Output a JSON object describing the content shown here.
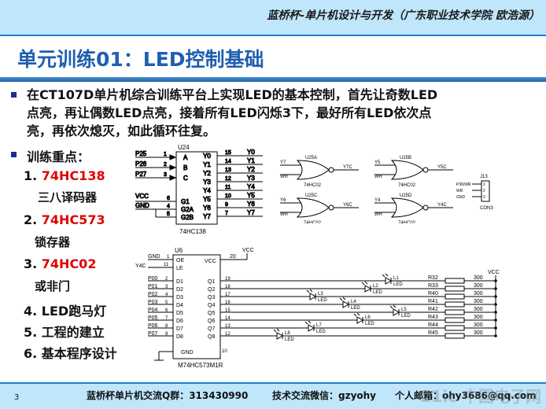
{
  "header": {
    "text": "蓝桥杯-单片机设计与开发（广东职业技术学院 欧浩源）"
  },
  "slide": {
    "title": "单元训练01：LED控制基础",
    "intro_lines": [
      "在CT107D单片机综合训练平台上实现LED的基本控制，首先让奇数LED",
      "点亮，再让偶数LED点亮，接着所有LED闪烁3下，最好所有LED依次点",
      "亮，再依次熄灭，如此循环往复。"
    ],
    "focus_label": "训练重点：",
    "items": [
      {
        "num": "1. ",
        "text": "74HC138",
        "note": "三八译码器"
      },
      {
        "num": "2. ",
        "text": "74HC573",
        "note": "锁存器"
      },
      {
        "num": "3. ",
        "text": "74HC02",
        "note": "或非门"
      },
      {
        "num": "4. ",
        "text": "LED跑马灯"
      },
      {
        "num": "5. ",
        "text": "工程的建立"
      },
      {
        "num": "6. ",
        "text": "基本程序设计"
      }
    ]
  },
  "schematic_138": {
    "ref": "U24",
    "part": "74HC138",
    "inputs": [
      "P25",
      "P26",
      "P27"
    ],
    "in_pins": [
      "1",
      "2",
      "3"
    ],
    "in_names": [
      "A",
      "B",
      "C"
    ],
    "enables": [
      "VCC",
      "GND"
    ],
    "en_pins": [
      "6",
      "4",
      "5"
    ],
    "en_names": [
      "G1",
      "G2A",
      "G2B"
    ],
    "out_pins": [
      "15",
      "14",
      "13",
      "12",
      "11",
      "10",
      "9",
      "7"
    ],
    "out_names": [
      "Y0",
      "Y1",
      "Y2",
      "Y3",
      "Y4",
      "Y5",
      "Y6",
      "Y7"
    ],
    "out_nets": [
      "Y0",
      "Y1",
      "Y2",
      "Y3",
      "Y4",
      "Y5",
      "Y6",
      "Y7"
    ]
  },
  "schematic_gates": [
    {
      "ref": "U25A",
      "in1": "Y7",
      "in2": "WR",
      "out": "Y7C",
      "part": "74HC02"
    },
    {
      "ref": "U25B",
      "in1": "Y5",
      "in2": "WR",
      "out": "Y5C",
      "part": "74HC02"
    },
    {
      "ref": "U25C",
      "in1": "Y6",
      "in2": "WR",
      "out": "Y6C",
      "part": "74HC02"
    },
    {
      "ref": "U25D",
      "in1": "Y4",
      "in2": "WR",
      "out": "Y4C",
      "part": "74HC02"
    }
  ],
  "connector": {
    "ref": "J13",
    "pins": [
      "P36/WR",
      "WR",
      "GND"
    ],
    "part": "CON3"
  },
  "schematic_573": {
    "ref": "U6",
    "part": "M74HC573M1R",
    "vcc": "VCC",
    "gnd_net": "GND",
    "le_net": "Y4C",
    "ctrl_pins": [
      {
        "name": "OE",
        "pin": "1"
      },
      {
        "name": "LE",
        "pin": "11"
      }
    ],
    "vcc_pin": "20",
    "gnd_pin": "10",
    "gnd_name": "GND",
    "inputs": [
      "P00",
      "P01",
      "P02",
      "P03",
      "P04",
      "P05",
      "P06",
      "P07"
    ],
    "in_pins": [
      "2",
      "3",
      "4",
      "5",
      "6",
      "7",
      "8",
      "9"
    ],
    "d_names": [
      "D1",
      "D2",
      "D3",
      "D4",
      "D5",
      "D6",
      "D7",
      "D8"
    ],
    "q_names": [
      "Q1",
      "Q2",
      "Q3",
      "Q4",
      "Q5",
      "Q6",
      "Q7",
      "Q8"
    ],
    "out_pins": [
      "19",
      "18",
      "17",
      "16",
      "15",
      "14",
      "13",
      "12"
    ],
    "leds": [
      "L1",
      "L2",
      "L3",
      "L4",
      "L5",
      "L6",
      "L7",
      "L8"
    ],
    "led_label": "LED",
    "resistors": [
      "R32",
      "R33",
      "R40",
      "R41",
      "R42",
      "R43",
      "R44",
      "R45"
    ],
    "res_value": "300",
    "rail": "VCC"
  },
  "footer": {
    "page": "3",
    "qq": "蓝桥杯单片机交流Q群：313430990",
    "wechat": "技术交流微信：gzyohy",
    "email": "个人邮箱：ohy3686@qq.com",
    "watermark": "21ic 中国电子网"
  }
}
